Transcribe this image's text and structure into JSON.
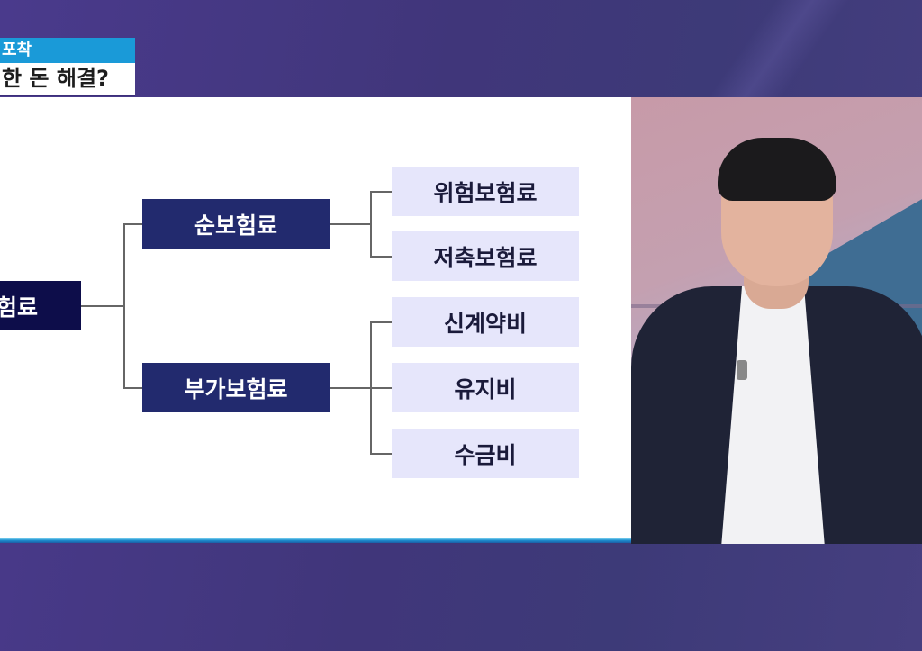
{
  "caption": {
    "top_line": "포착",
    "bottom_line": "한 돈 해결?",
    "top_color": "#1a9ad8"
  },
  "diagram": {
    "root": {
      "label": "험료"
    },
    "branches": [
      {
        "label": "순보험료",
        "children": [
          {
            "label": "위험보험료"
          },
          {
            "label": "저축보험료"
          }
        ]
      },
      {
        "label": "부가보험료",
        "children": [
          {
            "label": "신계약비"
          },
          {
            "label": "유지비"
          },
          {
            "label": "수금비"
          }
        ]
      }
    ],
    "colors": {
      "root": "#0d0d4a",
      "branch": "#222a6e",
      "leaf": "#e6e6fb",
      "connector": "#666666"
    }
  },
  "video": {
    "subject": "presenter-in-suit"
  }
}
